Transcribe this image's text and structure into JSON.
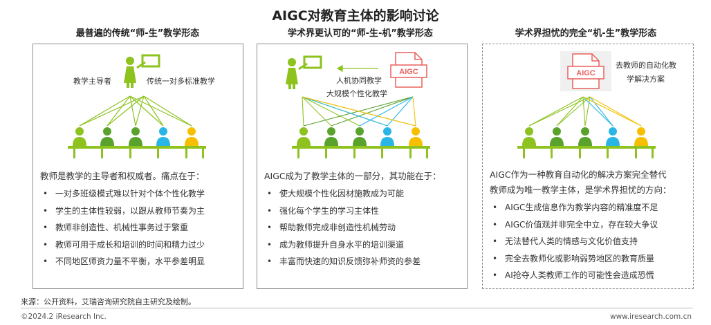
{
  "title": "AIGC对教育主体的影响讨论",
  "columns": [
    {
      "heading": "最普遍的传统“师-生”教学形态",
      "labels": [
        "教学主导者",
        "传统一对多标准教学"
      ],
      "intro": [
        "教师是教学的主导者和权威者。痛点在于："
      ],
      "bullets": [
        "一对多班级模式难以针对个体个性化教学",
        "学生的主体性较弱，以跟从教师节奏为主",
        "教师非创造性、机械性事务过于繁重",
        "教师可用于成长和培训的时间和精力过少",
        "不同地区师资力量不平衡，水平参差明显"
      ]
    },
    {
      "heading": "学术界更认可的“师-生-机”教学形态",
      "labels": [
        "人机协同教学",
        "大规模个性化教学"
      ],
      "aigc": "AIGC",
      "intro": [
        "AIGC成为了教学主体的一部分，其功能在于："
      ],
      "bullets": [
        "使大规模个性化因材施教成为可能",
        "强化每个学生的学习主体性",
        "帮助教师完成非创造性机械劳动",
        "成为教师提升自身水平的培训渠道",
        "丰富而快速的知识反馈弥补师资的参差"
      ]
    },
    {
      "heading": "学术界担忧的完全“机-生”教学形态",
      "labels": [
        "去教师的自动化教",
        "学解决方案"
      ],
      "aigc": "AIGC",
      "intro": [
        "AIGC作为一种教育自动化的解决方案完全替代",
        "教师成为唯一教学主体，是学术界担忧的方向："
      ],
      "bullets": [
        "AIGC生成信息作为教学内容的精准度不足",
        "AIGC价值观并非完全中立，存在较大争议",
        "无法替代人类的情感与文化价值支持",
        "完全去教师化或影响弱势地区的教育质量",
        "AI抢夺人类教师工作的可能性会造成恐慌"
      ]
    }
  ],
  "bullet_mark": "•",
  "footer": {
    "source": "来源：公开资料，艾瑞咨询研究院自主研究及绘制。",
    "copyright": "©2024.2 iResearch Inc.",
    "website": "www.iresearch.com.cn"
  },
  "colors": {
    "teacher": "#8dc21f",
    "student_green": "#8dc21f",
    "student_dgreen": "#59a22c",
    "student_blue": "#29b6e6",
    "student_yellow": "#f6c000",
    "aigc": "#e8605c",
    "desk": "#8dc21f"
  }
}
